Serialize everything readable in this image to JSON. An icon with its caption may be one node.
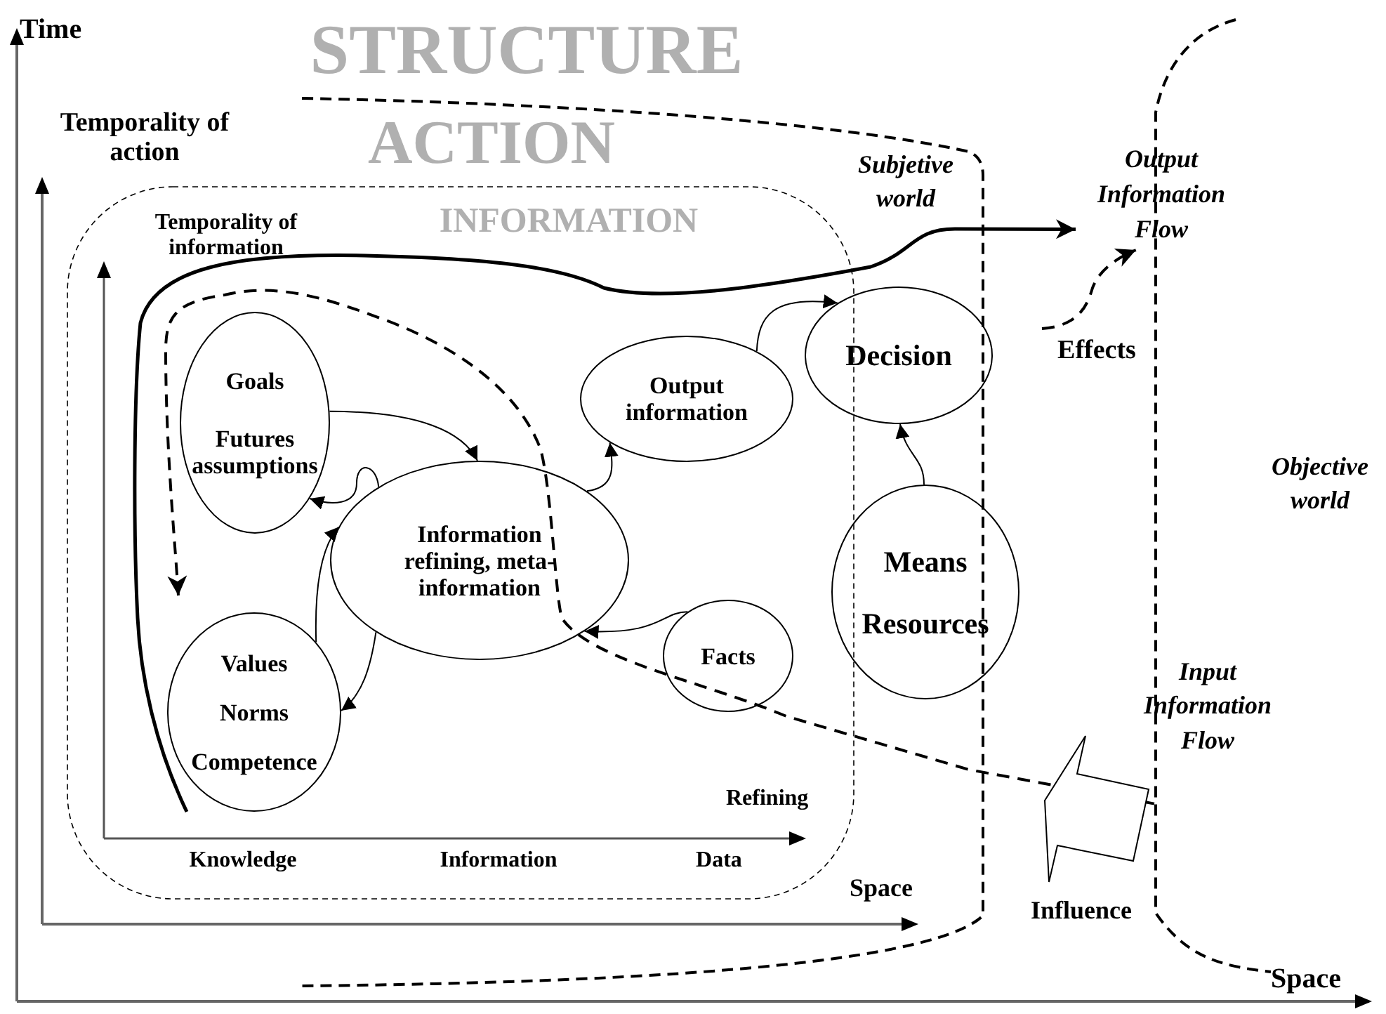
{
  "diagram": {
    "nodes": [
      {
        "text": [
          "Goals",
          "Futures assumptions"
        ]
      },
      {
        "text": [
          "Information refining, meta-information"
        ]
      },
      {
        "text": [
          "Output information"
        ]
      },
      {
        "text": [
          "Decision"
        ]
      },
      {
        "text": [
          "Values",
          "Norms",
          "Competence"
        ]
      },
      {
        "text": [
          "Facts"
        ]
      },
      {
        "text": [
          "Means",
          "Resources"
        ]
      },
      {
        "text": [
          "Output Information Flow"
        ]
      },
      {
        "text": [],
        "shape": "arrow",
        "beside": [
          "Influence"
        ]
      }
    ],
    "edges": [
      {
        "from": 0,
        "to": 1,
        "arrow": "to"
      },
      {
        "from": 1,
        "to": 0,
        "arrow": "to"
      },
      {
        "from": 4,
        "to": 1,
        "arrow": "to"
      },
      {
        "from": 1,
        "to": 4,
        "arrow": "to"
      },
      {
        "from": 1,
        "to": 2,
        "arrow": "to"
      },
      {
        "from": 2,
        "to": 3,
        "arrow": "to"
      },
      {
        "from": 5,
        "to": 1,
        "arrow": "to"
      },
      {
        "from": 6,
        "to": 3,
        "arrow": "to"
      },
      {
        "from": null,
        "to": 7,
        "arrow": "to",
        "style": "thick"
      },
      {
        "from": null,
        "to": 7,
        "arrow": "to",
        "style": "dashed"
      },
      {
        "from": 8,
        "to": null,
        "arrow": "to",
        "style": "dashed"
      }
    ],
    "labels": [
      "STRUCTURE",
      "ACTION",
      "INFORMATION",
      "Time",
      "Temporality of action",
      "Temporality of information",
      "Subjetive world",
      "Effects",
      "Objective world",
      "Input Information Flow",
      "Refining",
      "Knowledge",
      "Information",
      "Data",
      "Space",
      "Space"
    ]
  }
}
